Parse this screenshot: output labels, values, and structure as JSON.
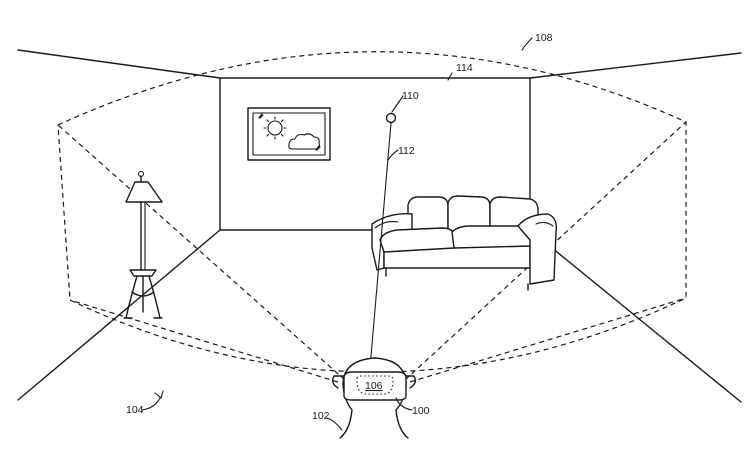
{
  "figure": {
    "labels": {
      "hmd": "100",
      "head": "102",
      "room": "104",
      "display": "106",
      "fov_boundary": "108",
      "target": "110",
      "gaze_ray": "112",
      "back_wall": "114"
    }
  }
}
